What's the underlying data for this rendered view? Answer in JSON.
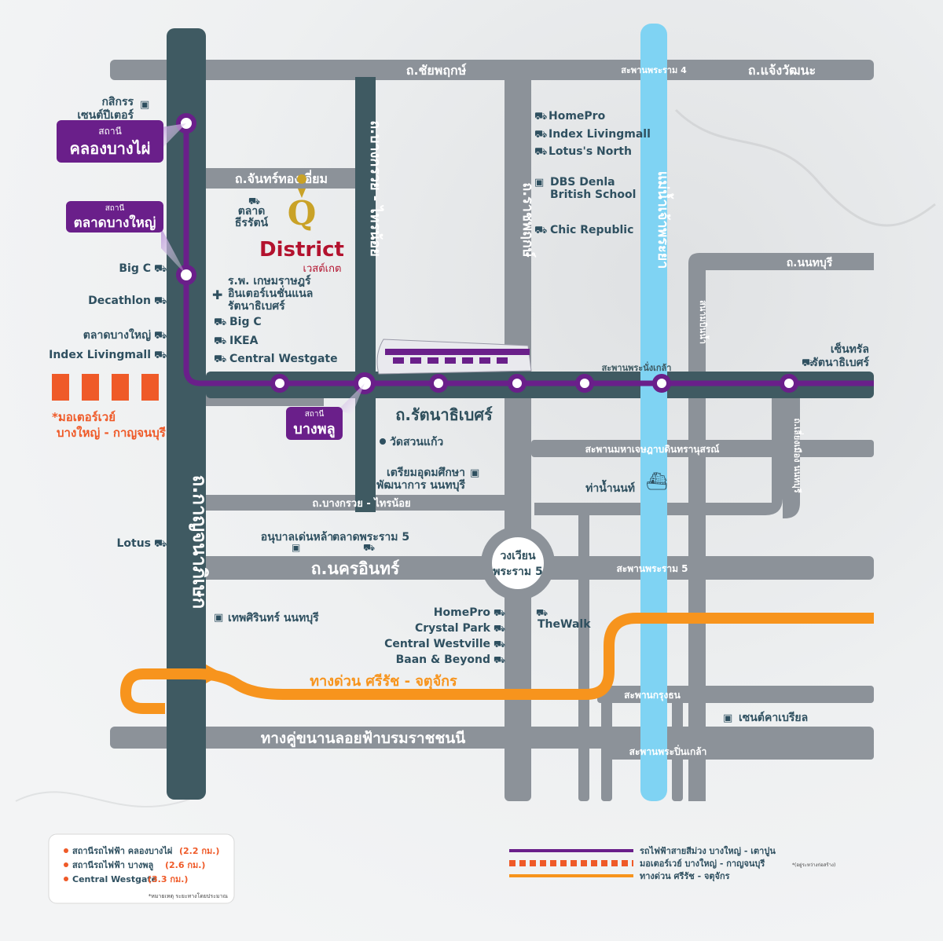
{
  "roads": {
    "chaiyaphruek": "ถ.ชัยพฤกษ์",
    "sapan_rama4": "สะพานพระราม 4",
    "chaengwattana": "ถ.แจ้งวัฒนะ",
    "chanthongiam": "ถ.จันทร์ทองเอี่ยม",
    "bangkruai_sainoi_v": "ถ.บางกรวย - ไทรน้อย",
    "ratchaphruek": "ถ.ราชพฤกษ์",
    "kanchanaphisek": "ถ.กาญจนาภิเษก",
    "nonthaburi_rd": "ถ.นนทบุรี",
    "sanambinnam": "สนามบินน้ำ",
    "sapan_phranangklao": "สะพานพระนั่งเกล้า",
    "rattanathibet": "ถ.รัตนาธิเบศร์",
    "sapan_maha_chesada": "สะพานมหาเจษฎาบดินทรานุสรณ์",
    "liang_mueang": "ถ.เลี่ยงเมือง นนทบุรี",
    "bangkruai_sainoi_h": "ถ.บางกรวย - ไทรน้อย",
    "nakhon_in": "ถ.นครอินทร์",
    "sapan_rama5": "สะพานพระราม 5",
    "sapan_krungthon": "สะพานกรุงธน",
    "boromratchachonnani": "ทางคู่ขนานลอยฟ้าบรมราชชนนี",
    "sapan_pinklao": "สะพานพระปิ่นเกล้า",
    "river": "แม่น้ำเจ้าพระยา",
    "circle_1": "วงเวียน",
    "circle_2": "พระราม 5",
    "expressway_label": "ทางด่วน ศรีรัช - จตุจักร"
  },
  "stations": {
    "khlong_bang_phai_small": "สถานี",
    "khlong_bang_phai": "คลองบางไผ่",
    "talad_bang_yai_small": "สถานี",
    "talad_bang_yai": "ตลาดบางใหญ่",
    "bang_phlu_small": "สถานี",
    "bang_phlu": "บางพลู"
  },
  "project": {
    "logo_letter": "Q",
    "name": "District",
    "subtitle": "เวสต์เกต"
  },
  "poi": {
    "kasikorn_1": "กสิกรร",
    "kasikorn_2": "เซนต์ปีเตอร์",
    "bigc_left": "Big C",
    "decathlon": "Decathlon",
    "talad_bangyai": "ตลาดบางใหญ่",
    "index_left": "Index Livingmall",
    "motorway_1": "*มอเตอร์เวย์",
    "motorway_2": "บางใหญ่ - กาญจนบุรี",
    "lotus_left": "Lotus",
    "thepsirin": "เทพศิรินทร์ นนทบุรี",
    "talad_thirarat_1": "ตลาด",
    "talad_thirarat_2": "ธีรรัตน์",
    "hospital_1": "ร.พ. เกษมราษฎร์",
    "hospital_2": "อินเตอร์เนชั่นแนล",
    "hospital_3": "รัตนาธิเบศร์",
    "bigc_mid": "Big C",
    "ikea": "IKEA",
    "central_westgate": "Central Westgate",
    "homepro_top": "HomePro",
    "index_top": "Index Livingmall",
    "lotus_north": "Lotus's North",
    "dbs_1": "DBS Denla",
    "dbs_2": "British School",
    "chic": "Chic Republic",
    "central_rattana_1": "เซ็นทรัล",
    "central_rattana_2": "รัตนาธิเบศร์",
    "wat": "วัดสวนแก้ว",
    "triam_1": "เตรียมอุดมศึกษา",
    "triam_2": "พัฒนาการ นนทบุรี",
    "pier": "ท่าน้ำนนท์",
    "anuban": "อนุบาลเด่นหล้า",
    "talad_rama5": "ตลาดพระราม 5",
    "homepro_bot": "HomePro",
    "crystal": "Crystal Park",
    "westville": "Central Westville",
    "baan": "Baan & Beyond",
    "thewalk": "TheWalk",
    "st_cabrini": "เซนต์คาเบรียล"
  },
  "legend_left": {
    "row1_text": "สถานีรถไฟฟ้า คลองบางไผ่",
    "row1_dist": "(2.2 กม.)",
    "row2_text": "สถานีรถไฟฟ้า บางพลู",
    "row2_dist": "(2.6 กม.)",
    "row3_text": "Central Westgate",
    "row3_dist": "(3.3 กม.)",
    "note": "*หมายเหตุ ระยะทางโดยประมาณ"
  },
  "legend_right": {
    "purple_line": "รถไฟฟ้าสายสีม่วง บางใหญ่ - เตาปูน",
    "motorway": "มอเตอร์เวย์ บางใหญ่ - กาญจนบุรี",
    "motorway_note": "*(อยู่ระหว่างก่อสร้าง)",
    "expressway": "ทางด่วน ศรีรัช - จตุจักร"
  },
  "colors": {
    "road": "#8c9299",
    "main_road": "#3f5a62",
    "river": "#7fd3f3",
    "purple": "#6a1f8a",
    "orange_exp": "#f7941d",
    "orange_mw": "#ef5a28",
    "brand_red": "#b3122e",
    "brand_gold": "#c9a227"
  }
}
